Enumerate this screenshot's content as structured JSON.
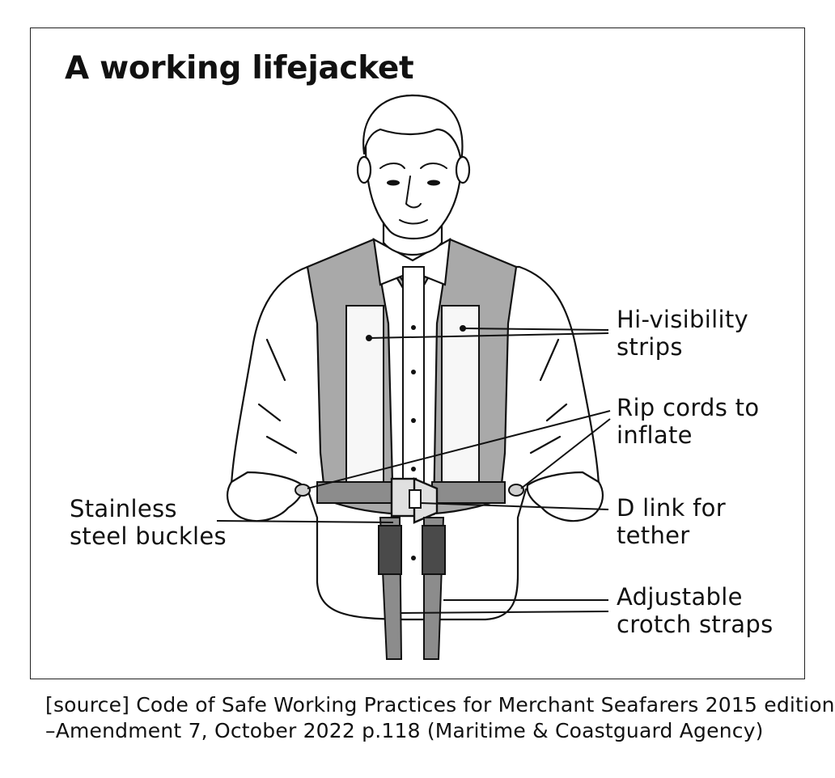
{
  "title": "A working lifejacket",
  "labels": {
    "hi_visibility": [
      "Hi-visibility",
      "strips"
    ],
    "rip_cords": [
      "Rip cords to",
      "inflate"
    ],
    "d_link": [
      "D link for",
      "tether"
    ],
    "crotch_straps": [
      "Adjustable",
      "crotch straps"
    ],
    "buckles": [
      "Stainless",
      "steel buckles"
    ]
  },
  "source": [
    "[source] Code of Safe Working Practices for Merchant Seafarers 2015 edition",
    "–Amendment 7, October 2022 p.118 (Maritime & Coastguard Agency)"
  ],
  "colors": {
    "vest": "#a9a9a9",
    "strap": "#8c8c8c",
    "line": "#111111",
    "background": "#ffffff"
  }
}
